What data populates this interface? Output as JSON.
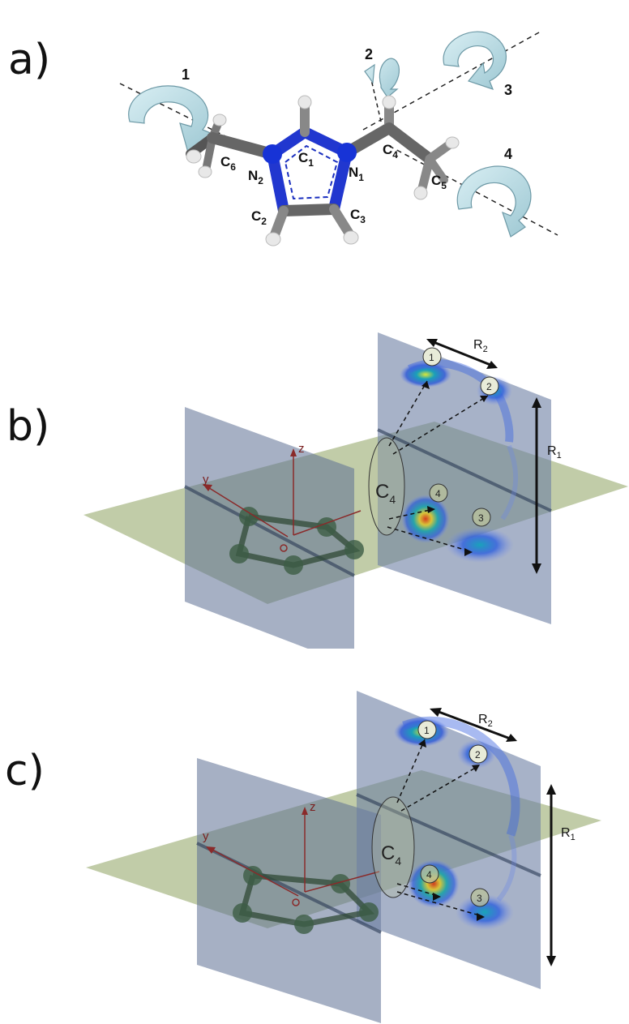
{
  "panels": [
    {
      "label": "a)"
    },
    {
      "label": "b)"
    },
    {
      "label": "c)"
    }
  ],
  "panel_a": {
    "rotation_numbers": [
      "1",
      "2",
      "3",
      "4"
    ],
    "atom_labels": {
      "C1": {
        "main": "C",
        "sub": "1"
      },
      "C2": {
        "main": "C",
        "sub": "2"
      },
      "C3": {
        "main": "C",
        "sub": "3"
      },
      "C4": {
        "main": "C",
        "sub": "4"
      },
      "C5": {
        "main": "C",
        "sub": "5"
      },
      "C6": {
        "main": "C",
        "sub": "6"
      },
      "N1": {
        "main": "N",
        "sub": "1"
      },
      "N2": {
        "main": "N",
        "sub": "2"
      }
    },
    "colors": {
      "carbon": "#6b6b6b",
      "nitrogen": "#1733d6",
      "hydrogen": "#e6e6e6",
      "arrow": "#bcdde6"
    }
  },
  "panel_b": {
    "axis_z": "z",
    "axis_y": "y",
    "c4_main": "C",
    "c4_sub": "4",
    "r1_main": "R",
    "r1_sub": "1",
    "r2_main": "R",
    "r2_sub": "2",
    "sites": [
      "1",
      "2",
      "3",
      "4"
    ]
  },
  "panel_c": {
    "axis_z": "z",
    "axis_y": "y",
    "c4_main": "C",
    "c4_sub": "4",
    "r1_main": "R",
    "r1_sub": "1",
    "r2_main": "R",
    "r2_sub": "2",
    "sites": [
      "1",
      "2",
      "3",
      "4"
    ]
  },
  "colors": {
    "horizontal_plane": "#9fb17a",
    "vertical_plane": "#6f82a6",
    "ring": "#2f4a36",
    "axis": "#8a2a2a"
  }
}
